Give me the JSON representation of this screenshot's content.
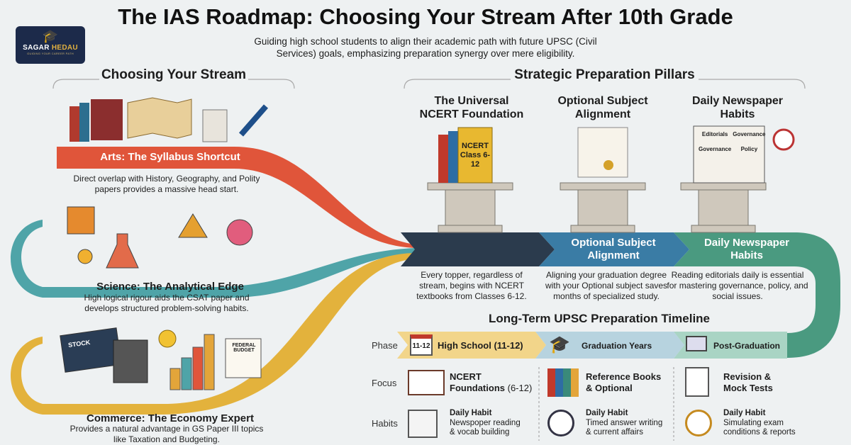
{
  "brand": {
    "name_part1": "SAGAR",
    "name_part2": "HEDAU",
    "tagline": "GUIDING YOUR CAREER PATH",
    "icon": "graduation-cap-arrow-icon"
  },
  "header": {
    "title": "The IAS Roadmap: Choosing Your Stream After 10th Grade",
    "subtitle": "Guiding high school students to align their academic path with future UPSC (Civil Services) goals, emphasizing preparation synergy over mere eligibility."
  },
  "streams": {
    "heading": "Choosing Your Stream",
    "items": [
      {
        "label": "Arts: The Syllabus Shortcut",
        "description": "Direct overlap with History, Geography, and Polity papers provides a massive head start.",
        "color": "#e0553a"
      },
      {
        "label": "Science: The Analytical Edge",
        "description": "High logical rigour aids the CSAT paper and develops structured problem-solving habits.",
        "color": "#4fa4a8"
      },
      {
        "label": "Commerce: The Economy Expert",
        "description": "Provides a natural advantage in GS Paper III topics like Taxation and Budgeting.",
        "color": "#e3b23c"
      }
    ],
    "commerce_sign_text": "FEDERAL BUDGET",
    "stock_text": "STOCK"
  },
  "pillars": {
    "heading": "Strategic Preparation Pillars",
    "items": [
      {
        "title": "The Universal NCERT Foundation",
        "band_label": "",
        "description": "Every topper, regardless of stream, begins with NCERT textbooks from Classes 6-12.",
        "book_text": "NCERT Class 6-12",
        "color": "#2b3b4d"
      },
      {
        "title": "Optional Subject Alignment",
        "band_label": "Optional Subject Alignment",
        "description": "Aligning your graduation degree with your Optional subject saves months of specialized study.",
        "color": "#3a7ca5"
      },
      {
        "title": "Daily Newspaper Habits",
        "band_label": "Daily Newspaper Habits",
        "description": "Reading editorials daily is essential for mastering governance, policy, and social issues.",
        "paper_words": [
          "Editorials",
          "Governance",
          "Governance",
          "Policy"
        ],
        "color": "#4a9a80"
      }
    ]
  },
  "timeline": {
    "heading": "Long-Term UPSC Preparation Timeline",
    "row_labels": {
      "phase": "Phase",
      "focus": "Focus",
      "habits": "Habits"
    },
    "phases": [
      {
        "label": "High School (11-12)",
        "icon_text": "11-12",
        "icon": "calendar-icon",
        "color": "#f2d58a"
      },
      {
        "label": "Graduation Years",
        "icon": "graduation-cap-icon",
        "color": "#b7d3df"
      },
      {
        "label": "Post-Graduation",
        "icon": "laptop-icon",
        "color": "#a9d4c4"
      }
    ],
    "focus": [
      {
        "line1": "NCERT",
        "line2": "Foundations",
        "extra": "(6-12)",
        "icon": "open-book-icon"
      },
      {
        "line1": "Reference Books",
        "line2": "& Optional",
        "icon": "books-icon"
      },
      {
        "line1": "Revision &",
        "line2": "Mock Tests",
        "icon": "clipboard-checklist-icon"
      }
    ],
    "habits": [
      {
        "title": "Daily Habit",
        "line1": "Newspoper reading",
        "line2": "& vocab building",
        "icon": "newspaper-magnifier-icon"
      },
      {
        "title": "Daily Habit",
        "line1": "Timed answer writing",
        "line2": "& current affairs",
        "icon": "stopwatch-icon"
      },
      {
        "title": "Daily Habit",
        "line1": "Simulating exam",
        "line2": "conditions & reports",
        "icon": "clock-icon"
      }
    ]
  }
}
